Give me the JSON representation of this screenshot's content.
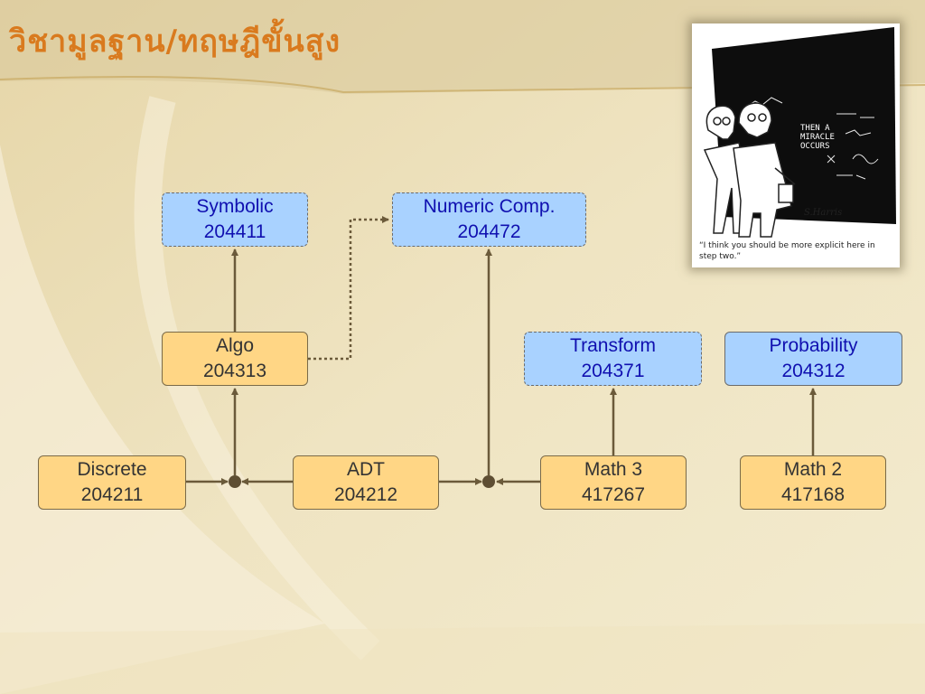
{
  "slide": {
    "title": "วิชามูลฐาน/ทฤษฎีขั้นสูง"
  },
  "cartoon": {
    "caption": "“I think you should be more explicit here in step two.”",
    "board_text": [
      "THEN A",
      "MIRACLE",
      "OCCURS"
    ],
    "signature": "S.Harris"
  },
  "nodes": {
    "symbolic": {
      "name": "Symbolic",
      "code": "204411"
    },
    "numeric": {
      "name": "Numeric Comp.",
      "code": "204472"
    },
    "algo": {
      "name": "Algo",
      "code": "204313"
    },
    "transform": {
      "name": "Transform",
      "code": "204371"
    },
    "probability": {
      "name": "Probability",
      "code": "204312"
    },
    "discrete": {
      "name": "Discrete",
      "code": "204211"
    },
    "adt": {
      "name": "ADT",
      "code": "204212"
    },
    "math3": {
      "name": "Math 3",
      "code": "417267"
    },
    "math2": {
      "name": "Math 2",
      "code": "417168"
    }
  },
  "colors": {
    "title": "#d97a1e",
    "base_course_fill": "#ffd685",
    "advanced_course_fill": "#a9d2ff",
    "advanced_text": "#1010b0",
    "connector": "#6b5a3a"
  }
}
